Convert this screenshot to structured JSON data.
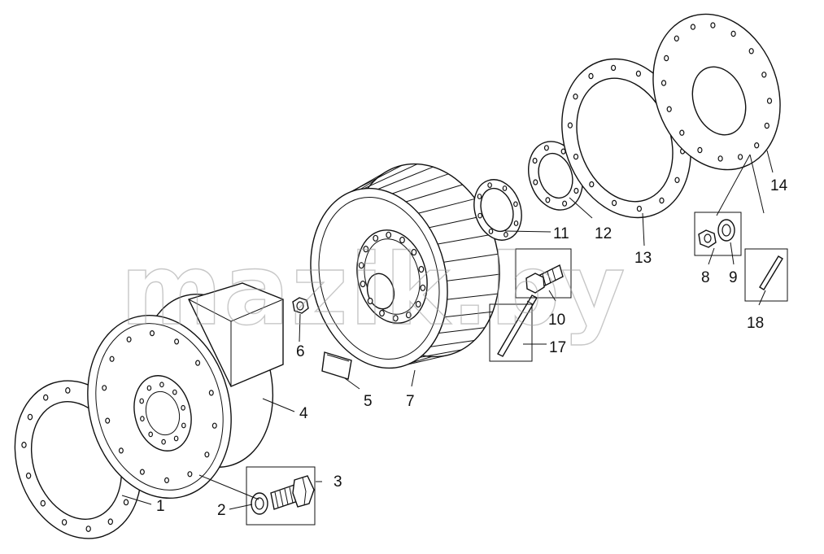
{
  "watermark": "mazik.by",
  "callouts": [
    {
      "id": "c1",
      "text": "1"
    },
    {
      "id": "c2",
      "text": "2"
    },
    {
      "id": "c3",
      "text": "3"
    },
    {
      "id": "c4",
      "text": "4"
    },
    {
      "id": "c5",
      "text": "5"
    },
    {
      "id": "c6",
      "text": "6"
    },
    {
      "id": "c7",
      "text": "7"
    },
    {
      "id": "c8",
      "text": "8"
    },
    {
      "id": "c9",
      "text": "9"
    },
    {
      "id": "c10",
      "text": "10"
    },
    {
      "id": "c11",
      "text": "11"
    },
    {
      "id": "c12",
      "text": "12"
    },
    {
      "id": "c13",
      "text": "13"
    },
    {
      "id": "c14",
      "text": "14"
    },
    {
      "id": "c17",
      "text": "17"
    },
    {
      "id": "c18",
      "text": "18"
    }
  ]
}
